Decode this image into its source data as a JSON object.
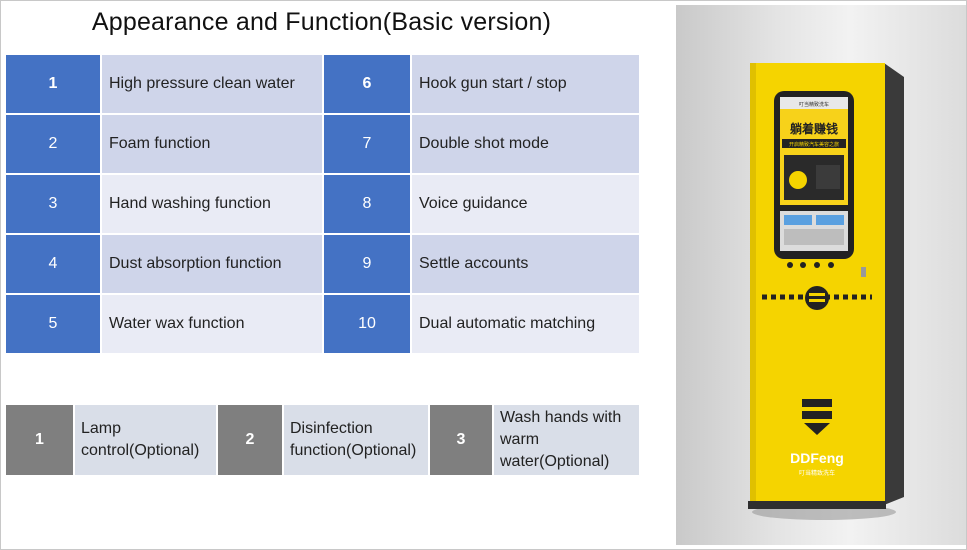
{
  "title": "Appearance and Function(Basic version)",
  "features": [
    {
      "left_num": "1",
      "left_label": "High pressure clean water",
      "right_num": "6",
      "right_label": "Hook gun start / stop"
    },
    {
      "left_num": "2",
      "left_label": "Foam function",
      "right_num": "7",
      "right_label": "Double shot mode"
    },
    {
      "left_num": "3",
      "left_label": "Hand washing function",
      "right_num": "8",
      "right_label": "Voice guidance"
    },
    {
      "left_num": "4",
      "left_label": "Dust  absorption function",
      "right_num": "9",
      "right_label": "Settle accounts"
    },
    {
      "left_num": "5",
      "left_label": "Water wax function",
      "right_num": "10",
      "right_label": "Dual automatic matching"
    }
  ],
  "optional": [
    {
      "num": "1",
      "line1": "Lamp",
      "line2": "control(Optional)"
    },
    {
      "num": "2",
      "line1": "Disinfection",
      "line2": "function(Optional)"
    },
    {
      "num": "3",
      "line1": "Wash hands with",
      "line2": "warm",
      "line3": "water(Optional)"
    }
  ],
  "machine": {
    "brand": "DDFeng",
    "brand_sub": "叮当精致洗车",
    "screen_headline": "躺着赚钱",
    "screen_top": "叮当精致洗车",
    "screen_banner": "开启精致汽车美容之旅"
  },
  "colors": {
    "blue": "#4472c4",
    "label_dark": "#cfd5ea",
    "label_light": "#e9ebf5",
    "gray_num": "#7f7f7f",
    "machine_yellow": "#f5d400"
  }
}
